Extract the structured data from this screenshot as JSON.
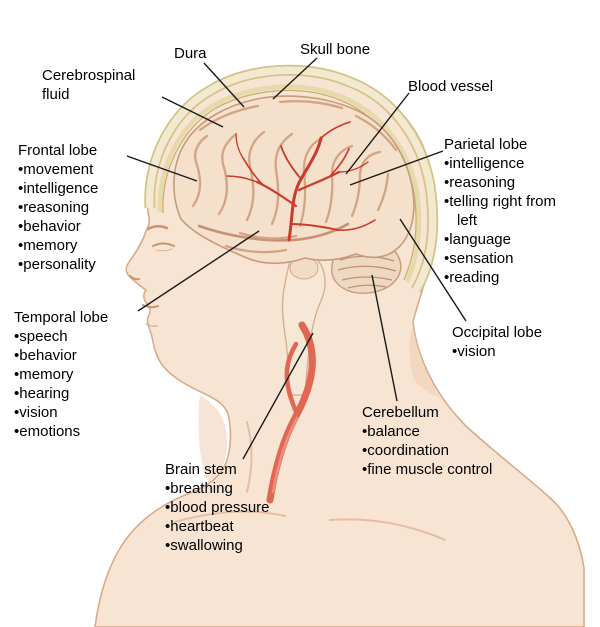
{
  "palette": {
    "background": "#ffffff",
    "skin": "#f7e4d3",
    "skin_outline": "#d8ab8a",
    "skull_band": "#f1ead0",
    "skull_edge": "#d6c287",
    "dura_line": "#c9b06a",
    "brain": "#f4e0cb",
    "brain_outline": "#c79a7b",
    "gyri": "#cf9e7e",
    "vessel": "#cc3a2a",
    "artery": "#e06752",
    "cerebellum": "#efd8c2",
    "brain_stem": "#f6e7d6",
    "leader": "#1a1a1a",
    "text": "#000000"
  },
  "labels": {
    "cerebrospinal_fluid": {
      "title": "Cerebrospinal fluid"
    },
    "dura": {
      "title": "Dura"
    },
    "skull_bone": {
      "title": "Skull bone"
    },
    "blood_vessel": {
      "title": "Blood vessel"
    },
    "frontal_lobe": {
      "title": "Frontal lobe",
      "items": [
        "movement",
        "intelligence",
        "reasoning",
        "behavior",
        "memory",
        "personality"
      ]
    },
    "parietal_lobe": {
      "title": "Parietal lobe",
      "items": [
        "intelligence",
        "reasoning",
        "telling right from left",
        "language",
        "sensation",
        "reading"
      ]
    },
    "temporal_lobe": {
      "title": "Temporal lobe",
      "items": [
        "speech",
        "behavior",
        "memory",
        "hearing",
        "vision",
        "emotions"
      ]
    },
    "occipital_lobe": {
      "title": "Occipital lobe",
      "items": [
        "vision"
      ]
    },
    "cerebellum": {
      "title": "Cerebellum",
      "items": [
        "balance",
        "coordination",
        "fine muscle control"
      ]
    },
    "brain_stem": {
      "title": "Brain stem",
      "items": [
        "breathing",
        "blood pressure",
        "heartbeat",
        "swallowing"
      ]
    }
  }
}
